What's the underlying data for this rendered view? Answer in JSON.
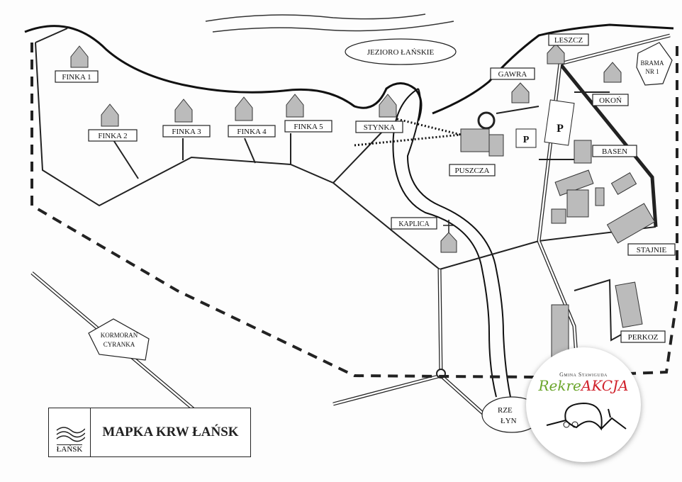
{
  "map": {
    "lake": "JEZIORO ŁAŃSKIE",
    "labels": {
      "finka1": "FINKA 1",
      "finka2": "FINKA 2",
      "finka3": "FINKA 3",
      "finka4": "FINKA 4",
      "finka5": "FINKA 5",
      "stynka": "STYNKA",
      "gawra": "GAWRA",
      "leszcz": "LESZCZ",
      "brama_1": "BRAMA",
      "brama_2": "NR 1",
      "okon": "OKOŃ",
      "parking": "P",
      "basen": "BASEN",
      "puszcza": "PUSZCZA",
      "kaplica": "KAPLICA",
      "stajnie": "STAJNIE",
      "perkoz": "PERKOZ",
      "kormoran": "KORMORAN",
      "cyranka": "CYRANKA",
      "rzeka_1": "RZE",
      "rzeka_2": "ŁYN"
    },
    "title": "MAPKA KRW ŁAŃSK",
    "logo_text": "ŁAŃSK"
  },
  "badge": {
    "org": "Gmina Stawiguda",
    "brand_part1": "Rekre",
    "brand_part2": "AKCJA",
    "color_green": "#6aa52a",
    "color_red": "#d0202a"
  }
}
